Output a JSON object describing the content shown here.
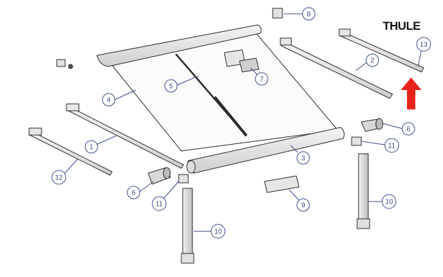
{
  "brand": {
    "logo_text": "THULE"
  },
  "callouts": [
    {
      "label": "1"
    },
    {
      "label": "2"
    },
    {
      "label": "3"
    },
    {
      "label": "4"
    },
    {
      "label": "5"
    },
    {
      "label": "6"
    },
    {
      "label": "6"
    },
    {
      "label": "7"
    },
    {
      "label": "8"
    },
    {
      "label": "9"
    },
    {
      "label": "10"
    },
    {
      "label": "10"
    },
    {
      "label": "11"
    },
    {
      "label": "11"
    },
    {
      "label": "12"
    },
    {
      "label": "13"
    }
  ],
  "colors": {
    "line": "#2b2b2b",
    "callout": "#3a4a8a",
    "arrow": "#e8231a"
  }
}
